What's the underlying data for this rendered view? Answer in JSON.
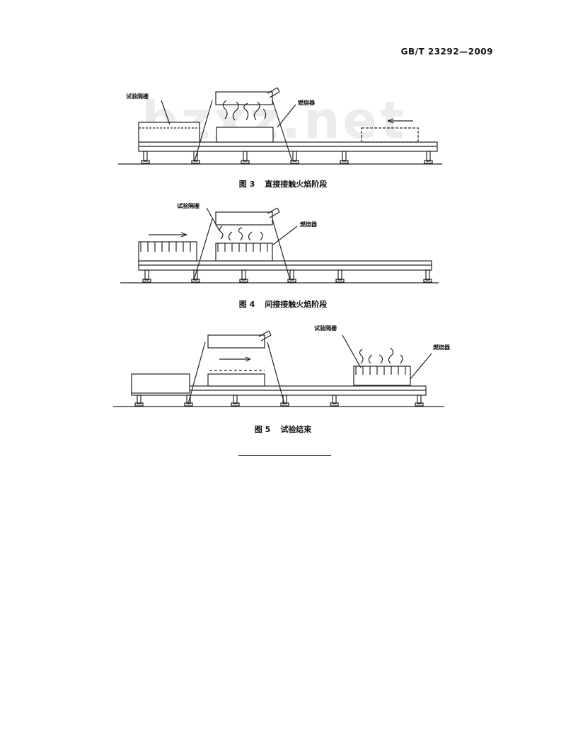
{
  "header": {
    "standard_number": "GB/T 23292—2009"
  },
  "watermark": "bzxz.net",
  "figures": [
    {
      "number": "图 3",
      "title": "直接接触火焰阶段",
      "labels": {
        "specimen": "试验隔栅",
        "burner": "燃烧器"
      }
    },
    {
      "number": "图 4",
      "title": "间接接触火焰阶段",
      "labels": {
        "specimen": "试验隔栅",
        "burner": "燃烧器"
      }
    },
    {
      "number": "图 5",
      "title": "试验结束",
      "labels": {
        "specimen": "试验隔栅",
        "burner": "燃烧器"
      }
    }
  ]
}
